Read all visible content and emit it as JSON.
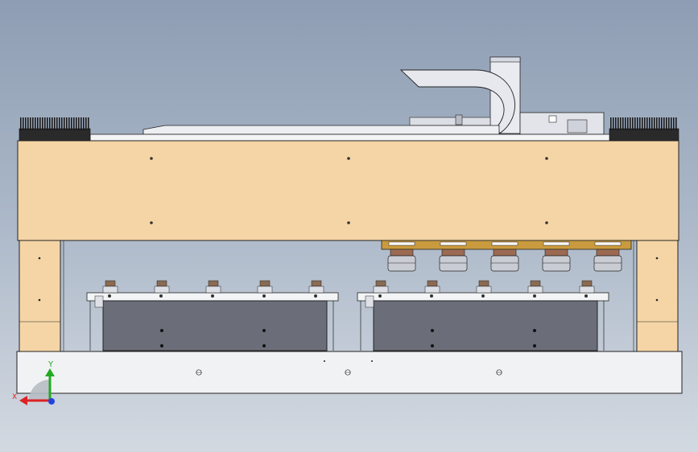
{
  "scene": {
    "type": "CAD front view of a machine assembly",
    "background_gradient": [
      "#8e9db3",
      "#d3d9e1"
    ],
    "colors": {
      "wood": "#f5d5a6",
      "frame": "#f1f2f4",
      "dark_block": "#6b6e79",
      "heat_sink": "#1e1e1e",
      "outline": "#222222",
      "gold_plate": "#c99a3e",
      "cable_chain": "#e6e8ee"
    }
  },
  "triad": {
    "y_label": "Y",
    "x_label": "X",
    "y_color": "#22aa22",
    "x_color": "#dd2222",
    "z_color": "#2244dd"
  },
  "counts": {
    "left_cup_row": 5,
    "right_cup_row": 5,
    "top_suction_cups": 5
  }
}
